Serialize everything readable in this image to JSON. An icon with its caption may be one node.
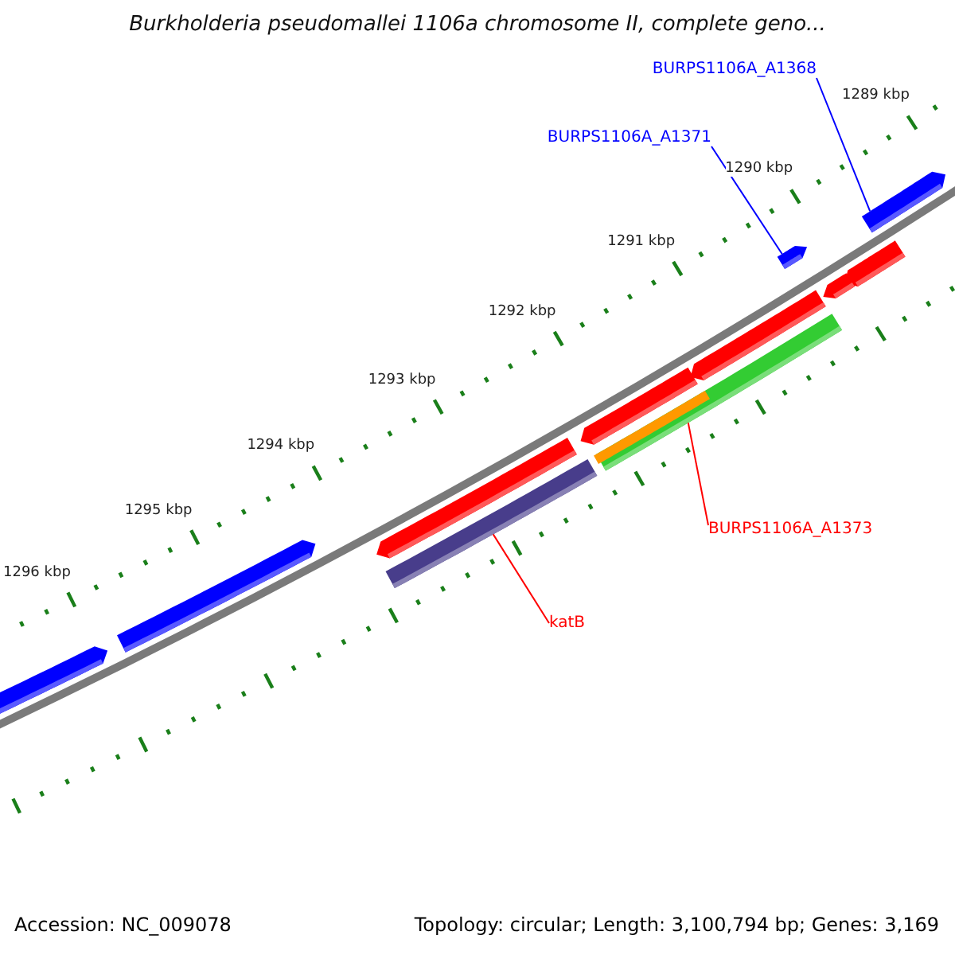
{
  "diagram": {
    "title": "Burkholderia pseudomallei 1106a chromosome II, complete geno...",
    "nodes": [
      {
        "text": [
          "BURPS1106A_A1368"
        ]
      },
      {
        "text": [],
        "shape": "bar"
      },
      {
        "text": [
          "BURPS1106A_A1371"
        ]
      },
      {
        "text": [],
        "shape": "bar"
      },
      {
        "text": [
          "BURPS1106A_A1373"
        ]
      },
      {
        "text": [],
        "shape": "bar"
      },
      {
        "text": [
          "katB"
        ]
      },
      {
        "text": [],
        "shape": "bar"
      }
    ],
    "edges": [
      {
        "from": 0,
        "to": 1,
        "arrow": "none",
        "color": "#0000ff"
      },
      {
        "from": 2,
        "to": 3,
        "arrow": "none",
        "color": "#0000ff"
      },
      {
        "from": 4,
        "to": 5,
        "arrow": "none",
        "color": "#ff0000"
      },
      {
        "from": 6,
        "to": 7,
        "arrow": "none",
        "color": "#ff0000"
      }
    ],
    "labels": [
      "1289 kbp",
      "1290 kbp",
      "1291 kbp",
      "1292 kbp",
      "1293 kbp",
      "1294 kbp",
      "1295 kbp",
      "1296 kbp",
      "Accession: NC_009078",
      "Topology: circular; Length: 3,100,794 bp; Genes: 3,169"
    ]
  }
}
